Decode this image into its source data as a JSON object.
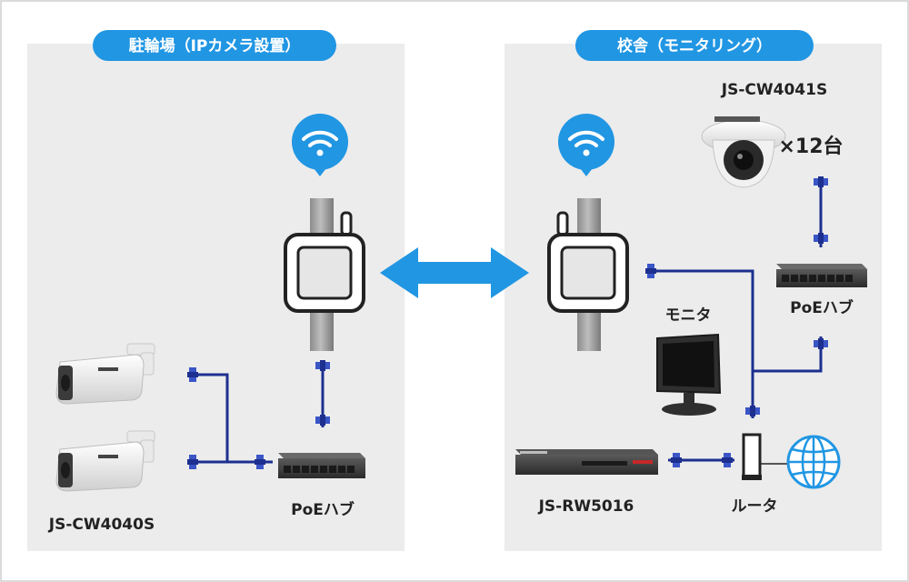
{
  "zones": {
    "left": {
      "title": "駐輪場（IPカメラ設置）"
    },
    "right": {
      "title": "校舎（モニタリング）"
    }
  },
  "devices": {
    "camera_model_left": "JS-CW4040S",
    "poe_hub_left": "PoEハブ",
    "dome_camera_model": "JS-CW4041S",
    "dome_camera_count": "×12台",
    "poe_hub_right": "PoEハブ",
    "monitor": "モニタ",
    "recorder_model": "JS-RW5016",
    "router": "ルータ"
  },
  "colors": {
    "zone_bg": "#ececec",
    "accent_blue": "#2196e3",
    "cable": "#1d2f8f",
    "device_dark": "#3a3a3a"
  }
}
